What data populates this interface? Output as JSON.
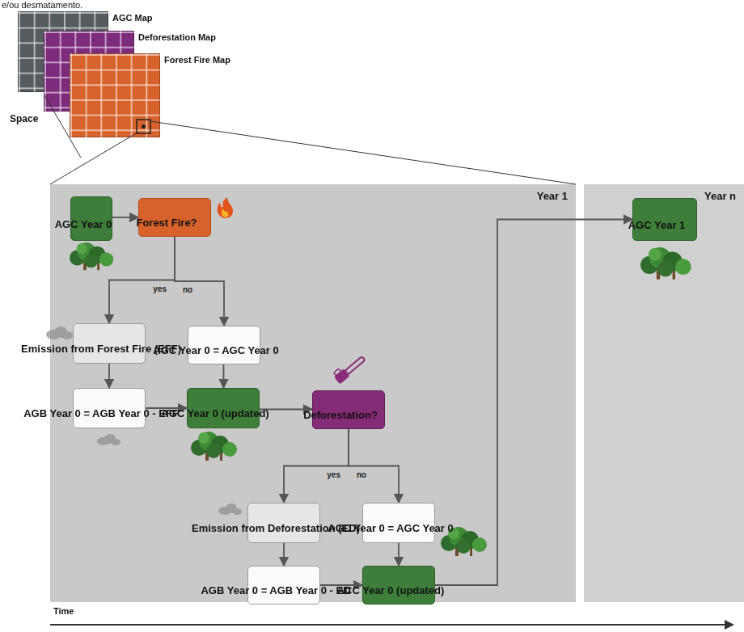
{
  "diagram": {
    "nodes": [
      {
        "text": [
          "AGC Map"
        ]
      },
      {
        "text": [
          "Deforestation Map"
        ]
      },
      {
        "text": [
          "Forest Fire Map"
        ]
      },
      {
        "text": [
          "Year 1"
        ]
      },
      {
        "text": [
          "AGC Year 0"
        ],
        "in": 3
      },
      {
        "text": [
          "Forest Fire?"
        ],
        "in": 3
      },
      {
        "text": [
          "Emission from Forest Fire (EFF)"
        ],
        "in": 3
      },
      {
        "text": [
          "AGC Year 0 = AGC Year 0"
        ],
        "in": 3
      },
      {
        "text": [
          "AGB Year 0 = AGB Year 0 - EFF"
        ],
        "in": 3
      },
      {
        "text": [
          "AGC Year 0 (updated)"
        ],
        "in": 3
      },
      {
        "text": [
          "Deforestation?"
        ],
        "in": 3
      },
      {
        "text": [
          "Emission from Deforestation (ED)"
        ],
        "in": 3
      },
      {
        "text": [
          "AGC Year 0 = AGC Year 0"
        ],
        "in": 3
      },
      {
        "text": [
          "AGB Year 0 = AGB Year 0 - ED"
        ],
        "in": 3
      },
      {
        "text": [
          "ACC Year 0 (updated)"
        ],
        "in": 3
      },
      {
        "text": [
          "Year n"
        ]
      },
      {
        "text": [
          "AGC Year 1"
        ],
        "in": 15
      }
    ],
    "edges": [
      {
        "from": 4,
        "to": 5,
        "arrow": "to"
      },
      {
        "from": 5,
        "to": 6,
        "label": "yes",
        "arrow": "to"
      },
      {
        "from": 5,
        "to": 7,
        "label": "no",
        "arrow": "to"
      },
      {
        "from": 6,
        "to": 8,
        "arrow": "to"
      },
      {
        "from": 7,
        "to": 9,
        "arrow": "to"
      },
      {
        "from": 8,
        "to": 9,
        "arrow": "to"
      },
      {
        "from": 9,
        "to": 10,
        "arrow": "to"
      },
      {
        "from": 10,
        "to": 11,
        "label": "yes",
        "arrow": "to"
      },
      {
        "from": 10,
        "to": 12,
        "label": "no",
        "arrow": "to"
      },
      {
        "from": 11,
        "to": 13,
        "arrow": "to"
      },
      {
        "from": 12,
        "to": 14,
        "arrow": "to"
      },
      {
        "from": 13,
        "to": 14,
        "arrow": "to"
      },
      {
        "from": 14,
        "to": 16,
        "arrow": "to"
      }
    ],
    "labels": [
      "e/ou desmatamento.",
      "Space",
      "Time"
    ]
  }
}
